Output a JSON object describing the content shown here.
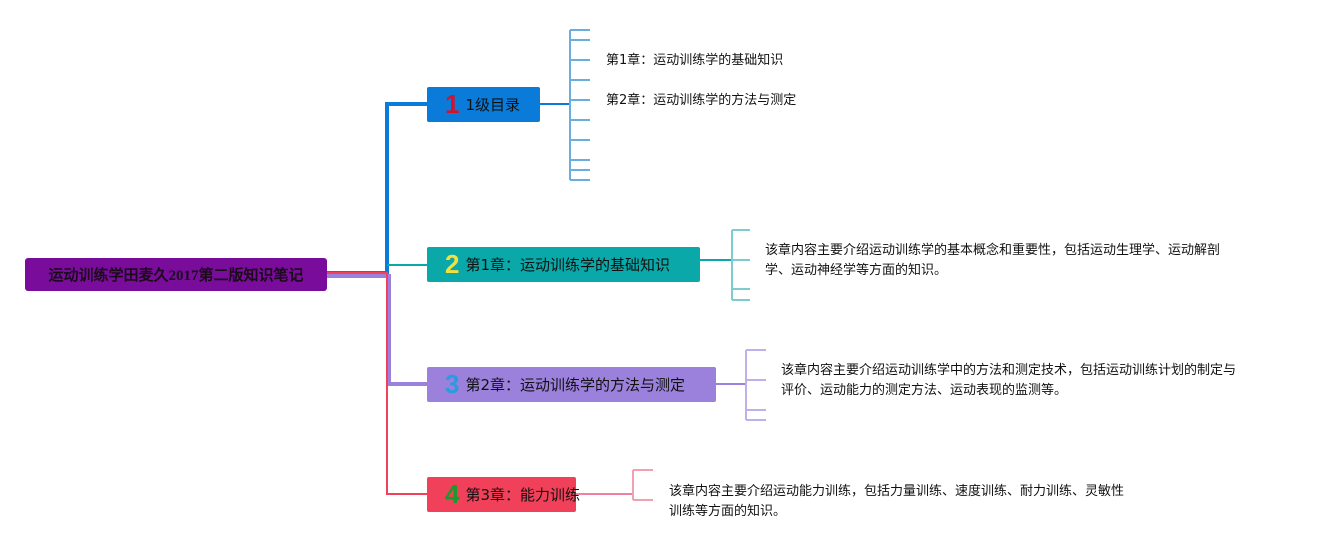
{
  "root": {
    "title": "运动训练学田麦久2017第二版知识笔记"
  },
  "branches": [
    {
      "number": "1",
      "label": "1级目录",
      "color": "#0a7bd8",
      "number_color": "#d8102a",
      "children": [
        "第1章：运动训练学的基础知识",
        "第2章：运动训练学的方法与测定"
      ]
    },
    {
      "number": "2",
      "label": "第1章：运动训练学的基础知识",
      "color": "#0aa8a8",
      "number_color": "#f0e040",
      "children": [
        "该章内容主要介绍运动训练学的基本概念和重要性，包括运动生理学、运动解剖",
        "学、运动神经学等方面的知识。"
      ]
    },
    {
      "number": "3",
      "label": "第2章：运动训练学的方法与测定",
      "color": "#9b80dc",
      "number_color": "#2a9be0",
      "children": [
        "该章内容主要介绍运动训练学中的方法和测定技术，包括运动训练计划的制定与",
        "评价、运动能力的测定方法、运动表现的监测等。"
      ]
    },
    {
      "number": "4",
      "label": "第3章：能力训练",
      "color": "#f0405a",
      "number_color": "#1a9a2a",
      "children": [
        "该章内容主要介绍运动能力训练，包括力量训练、速度训练、耐力训练、灵敏性",
        "训练等方面的知识。"
      ]
    }
  ]
}
